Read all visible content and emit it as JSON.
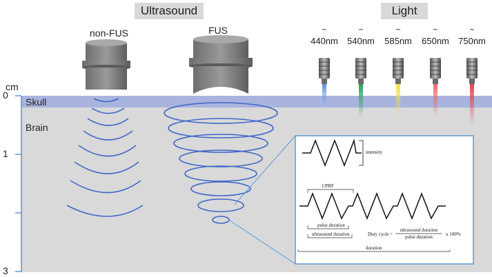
{
  "headers": {
    "ultrasound": "Ultrasound",
    "light": "Light"
  },
  "transducers": {
    "non_fus": "non-FUS",
    "fus": "FUS"
  },
  "depth_axis": {
    "unit": "cm",
    "ticks": [
      "0",
      "1",
      "3"
    ]
  },
  "layers": {
    "skull": "Skull",
    "brain": "Brain"
  },
  "light_sources": [
    {
      "tilde": "~",
      "wavelength": "440nm",
      "color": "#5b8fe0"
    },
    {
      "tilde": "~",
      "wavelength": "540nm",
      "color": "#22a05a"
    },
    {
      "tilde": "~",
      "wavelength": "585nm",
      "color": "#f2e04a"
    },
    {
      "tilde": "~",
      "wavelength": "650nm",
      "color": "#f06868"
    },
    {
      "tilde": "~",
      "wavelength": "750nm",
      "color": "#e6404a"
    }
  ],
  "inset": {
    "intensity": "intensity",
    "prf": "1/PRF",
    "pulse_duration": "pulse duration",
    "ultrasound_duration": "ultrasound duration",
    "duty_cycle_label": "Duty cycle =",
    "duty_numerator": "ultrasound duration",
    "duty_denominator": "pulse duration",
    "duty_multiplier": "x 100%",
    "duration": "duration"
  },
  "colors": {
    "skull": "#a9b4de",
    "brain": "#d9d9d9",
    "wave": "#3f67c9",
    "axis": "#5b9bd5"
  }
}
